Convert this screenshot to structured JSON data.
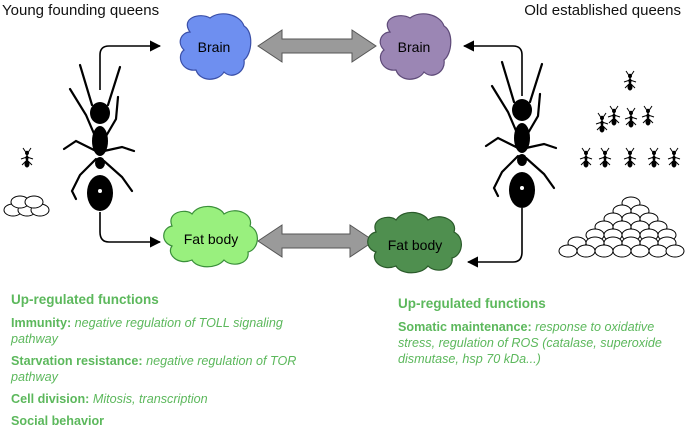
{
  "headers": {
    "left": "Young founding queens",
    "right": "Old established queens"
  },
  "organs": {
    "brain_left": "Brain",
    "brain_right": "Brain",
    "fat_left": "Fat body",
    "fat_right": "Fat body"
  },
  "colors": {
    "brain_left": "#6e8ff0",
    "brain_right": "#9b86b4",
    "fat_left": "#99f07e",
    "fat_right": "#4f8f4f",
    "text_green": "#5cb85c",
    "double_arrow": "#9a9a9a"
  },
  "left_panel": {
    "heading": "Up-regulated functions",
    "items": [
      {
        "label": "Immunity:",
        "desc": " negative regulation of TOLL signaling pathway"
      },
      {
        "label": "Starvation resistance:",
        "desc": " negative regulation of TOR pathway"
      },
      {
        "label": "Cell division:",
        "desc": " Mitosis, transcription"
      },
      {
        "label": "Social behavior",
        "desc": ""
      }
    ]
  },
  "right_panel": {
    "heading": "Up-regulated functions",
    "items": [
      {
        "label": "Somatic maintenance:",
        "desc": " response to oxidative stress, regulation of ROS (catalase, superoxide dismutase, hsp 70 kDa...)"
      }
    ]
  }
}
